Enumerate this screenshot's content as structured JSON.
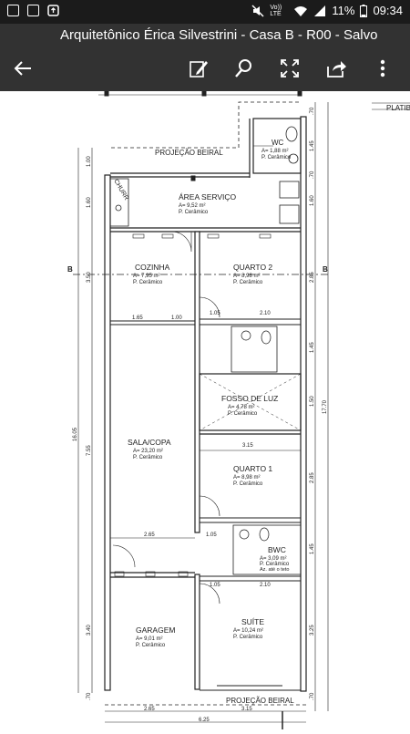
{
  "status": {
    "volte": "Vo)) LTE",
    "battery": "11%",
    "time": "09:34"
  },
  "toolbar": {
    "title": "Arquitetônico Érica Silvestrini - Casa B - R00 - Salvo"
  },
  "plan": {
    "platib": "PLATIB",
    "projecao_top": "PROJEÇÃO BEIRAL",
    "projecao_bottom": "PROJEÇÃO BEIRAL",
    "churr": "CHURR",
    "section_marker": "B",
    "rooms": {
      "wc": {
        "name": "WC",
        "area": "A= 1,88 m²",
        "floor": "P. Cerâmico"
      },
      "area_servico": {
        "name": "ÁREA SERVIÇO",
        "area": "A= 9,52 m²",
        "floor": "P. Cerâmico"
      },
      "cozinha": {
        "name": "COZINHA",
        "area": "A= 7,95 m²",
        "floor": "P. Cerâmico"
      },
      "quarto2": {
        "name": "QUARTO 2",
        "area": "A= 8,98 m²",
        "floor": "P. Cerâmico"
      },
      "fosso": {
        "name": "FOSSO DE LUZ",
        "area": "A= 4,78 m²",
        "floor": "P. Cerâmico"
      },
      "sala": {
        "name": "SALA/COPA",
        "area": "A= 23,20 m²",
        "floor": "P. Cerâmico"
      },
      "quarto1": {
        "name": "QUARTO 1",
        "area": "A= 8,98 m²",
        "floor": "P. Cerâmico"
      },
      "bwc": {
        "name": "BWC",
        "area": "A= 3,09 m²",
        "floor": "P. Cerâmico",
        "extra": "Az. até o teto"
      },
      "garagem": {
        "name": "GARAGEM",
        "area": "A= 9,01 m²",
        "floor": "P. Cerâmico"
      },
      "suite": {
        "name": "SUÍTE",
        "area": "A= 10,24 m²",
        "floor": "P. Cerâmico"
      }
    },
    "dims": {
      "left_1": "1.00",
      "left_2": "1.60",
      "left_3": "3.50",
      "left_4": "7.55",
      "left_5": "3.40",
      "left_6": "16.05",
      "left_7": ".70",
      "right_1": ".70",
      "right_2": "1.45",
      "right_3": ".70",
      "right_4": "1.60",
      "right_5": "2.85",
      "right_6": "1.45",
      "right_7": "1.50",
      "right_8": "2.85",
      "right_9": "1.45",
      "right_10": "3.25",
      "right_11": ".70",
      "right_total": "17.70",
      "h_165": "1.65",
      "h_100": "1.00",
      "h_105a": "1.05",
      "h_210a": "2.10",
      "h_315a": "3.15",
      "h_265": "2.65",
      "h_105b": "1.05",
      "h_105c": "1.05",
      "h_210b": "2.10",
      "bot_265": "2.65",
      "bot_315": "3.15",
      "bot_625": "6.25"
    }
  }
}
